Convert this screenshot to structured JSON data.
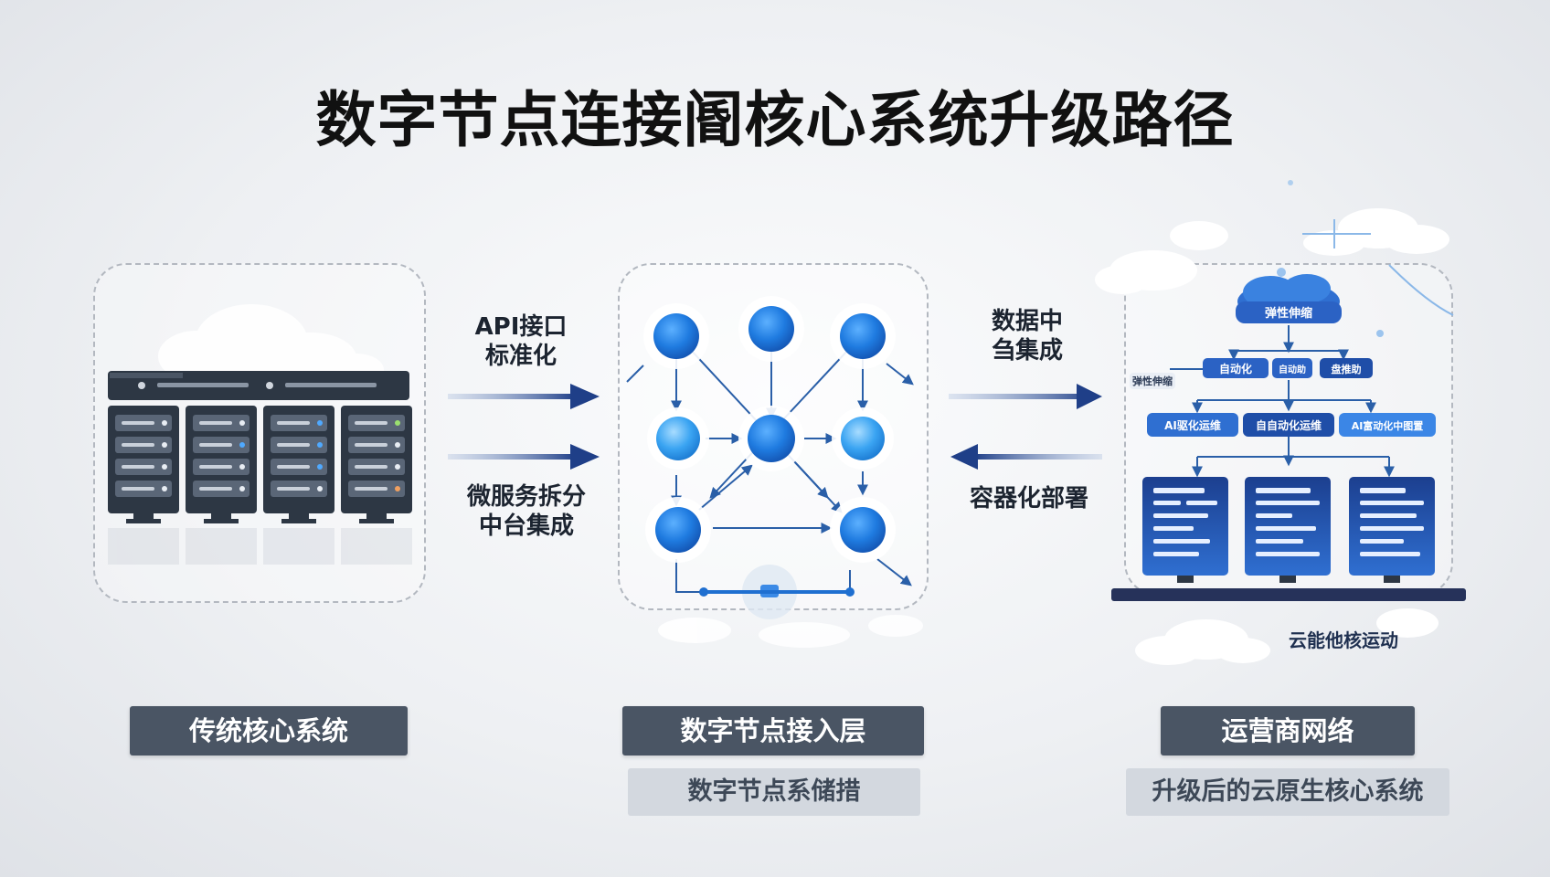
{
  "title": "数字节点连接阍核心系统升级路径",
  "arrows": {
    "top_left": [
      "API接口",
      "标准化"
    ],
    "bottom_left": [
      "微服务拆分",
      "中台集成"
    ],
    "top_right": [
      "数据中",
      "刍集成"
    ],
    "bottom_right": "容器化部署"
  },
  "cloud_system": {
    "top": "弹性伸缩",
    "side": "弹性伸缩",
    "row1": [
      "自动化",
      "自动助",
      "盘推助"
    ],
    "row2": [
      "AI驱化运维",
      "自自动化运维",
      "AI富动化中图置"
    ],
    "bottom_caption": "云能他核运动"
  },
  "labels": {
    "left": "传统核心系统",
    "middle": "数字节点接入层",
    "middle_sub": "数字节点系储措",
    "right": "运营商网络",
    "right_sub": "升级后的云原生核心系统"
  },
  "colors": {
    "node_blue": "#1f7be0",
    "arrow_navy": "#1f3f88",
    "server_dark": "#2d3744",
    "label_dark": "#4a5564"
  }
}
